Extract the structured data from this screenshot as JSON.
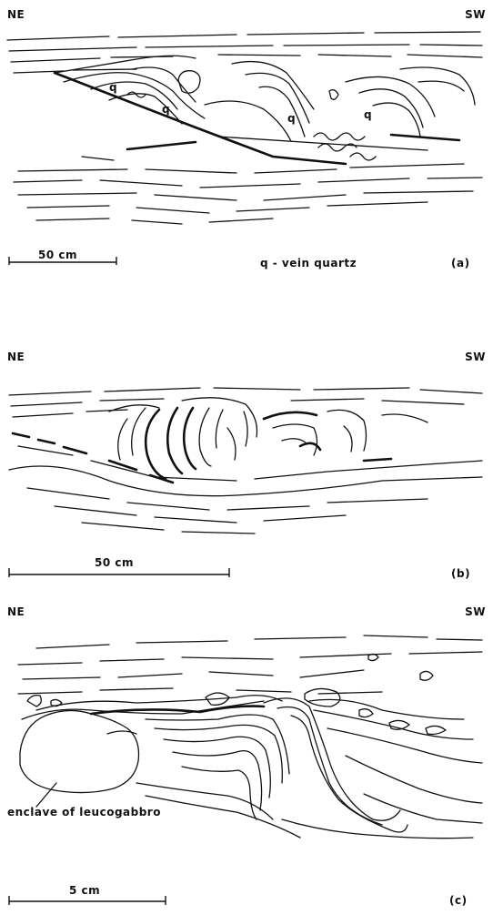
{
  "panels": [
    {
      "left_label": "NE",
      "right_label": "SW",
      "scale_label": "50 cm",
      "legend": "q - vein quartz",
      "quartz_mark": "q",
      "panel_id": "(a)"
    },
    {
      "left_label": "NE",
      "right_label": "SW",
      "scale_label": "50 cm",
      "panel_id": "(b)"
    },
    {
      "left_label": "NE",
      "right_label": "SW",
      "scale_label": "5 cm",
      "annotation": "enclave of leucogabbro",
      "panel_id": "(c)"
    }
  ]
}
